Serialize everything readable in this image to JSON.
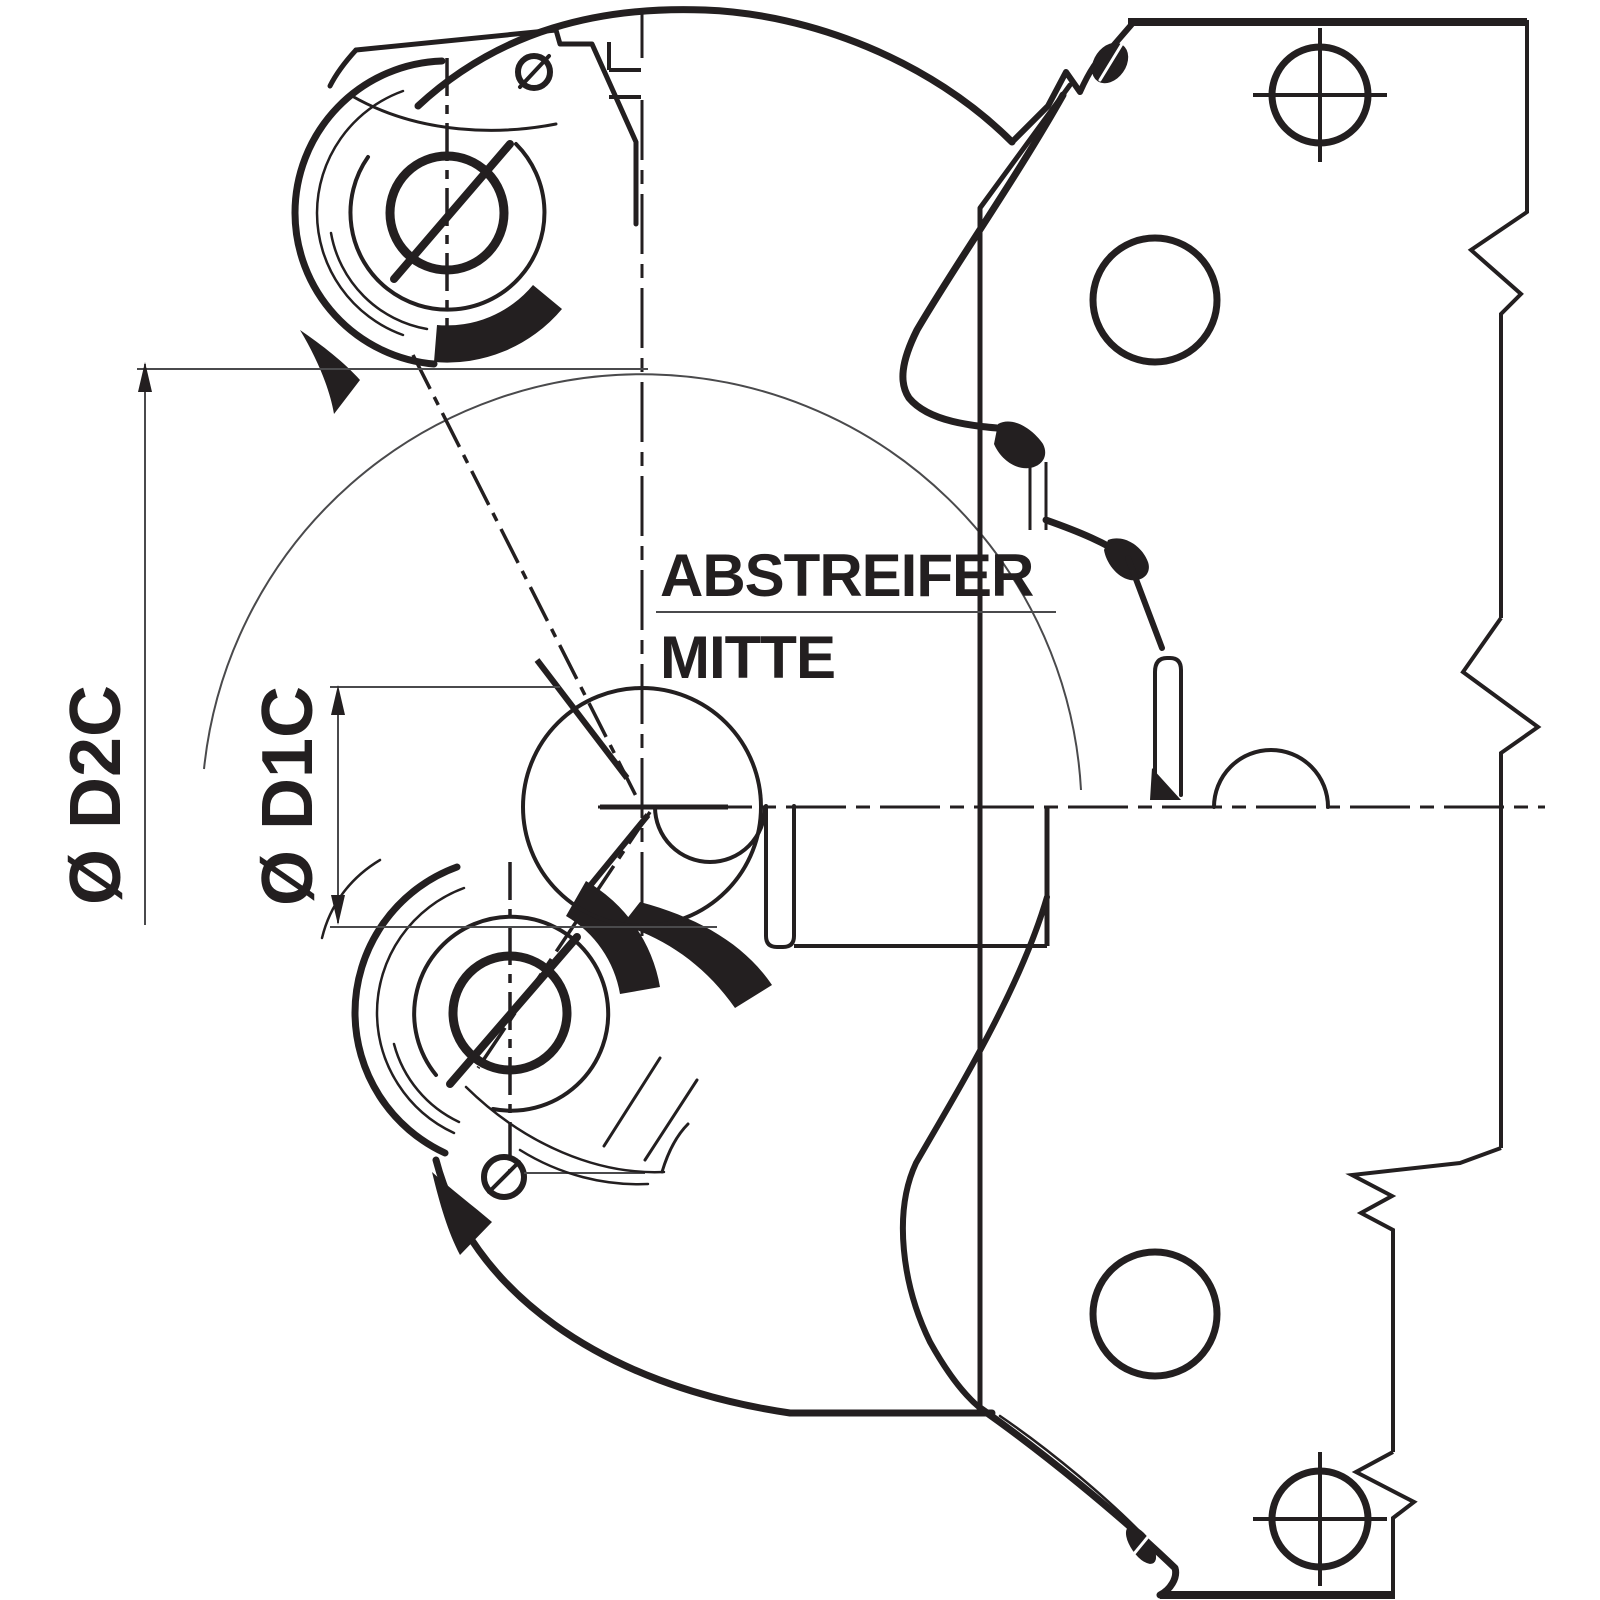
{
  "diagram": {
    "callout": {
      "line1": "ABSTREIFER",
      "line2": "MITTE"
    },
    "dimensions": {
      "outer_diameter_label": "Ø D2C",
      "inner_diameter_label": "Ø D1C"
    },
    "colors": {
      "line": "#231f20",
      "thin_line": "#4a4a4c",
      "background": "#ffffff"
    }
  }
}
